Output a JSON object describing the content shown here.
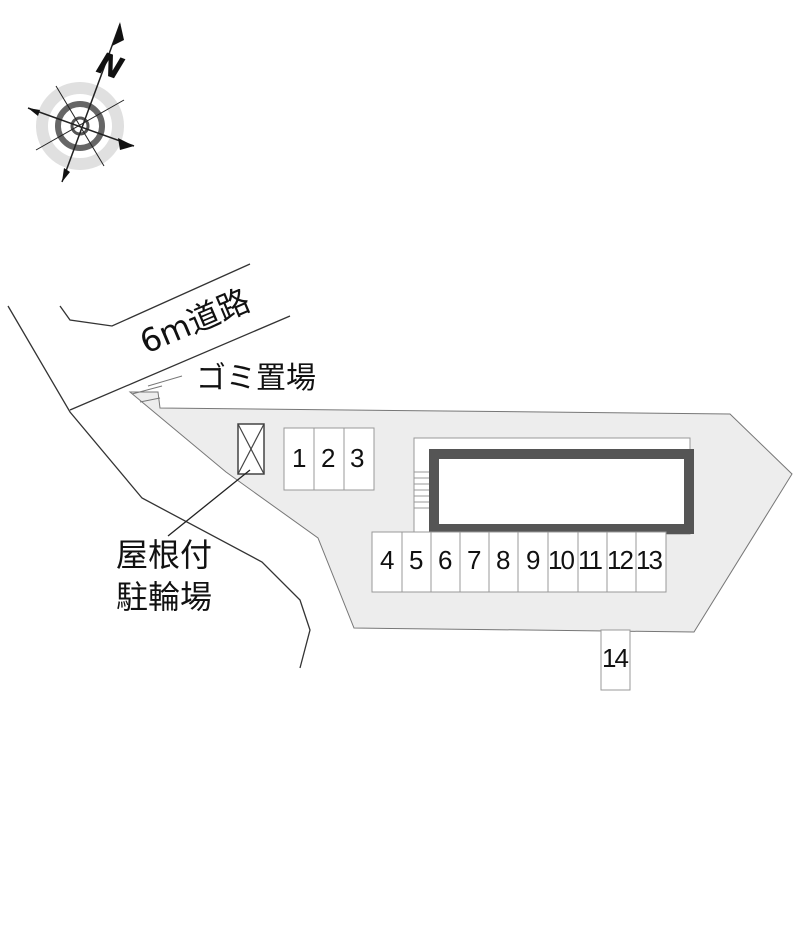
{
  "compass": {
    "north_label": "N",
    "icon": "compass-rose-icon"
  },
  "road": {
    "label": "6m道路"
  },
  "garbage": {
    "label": "ゴミ置場"
  },
  "bicycle": {
    "label_line1": "屋根付",
    "label_line2": "駐輪場"
  },
  "parking_spaces": [
    "1",
    "2",
    "3",
    "4",
    "5",
    "6",
    "7",
    "8",
    "9",
    "10",
    "11",
    "12",
    "13",
    "14"
  ],
  "colors": {
    "lot_fill": "#ededed",
    "building_border": "#555555",
    "line": "#333333"
  }
}
